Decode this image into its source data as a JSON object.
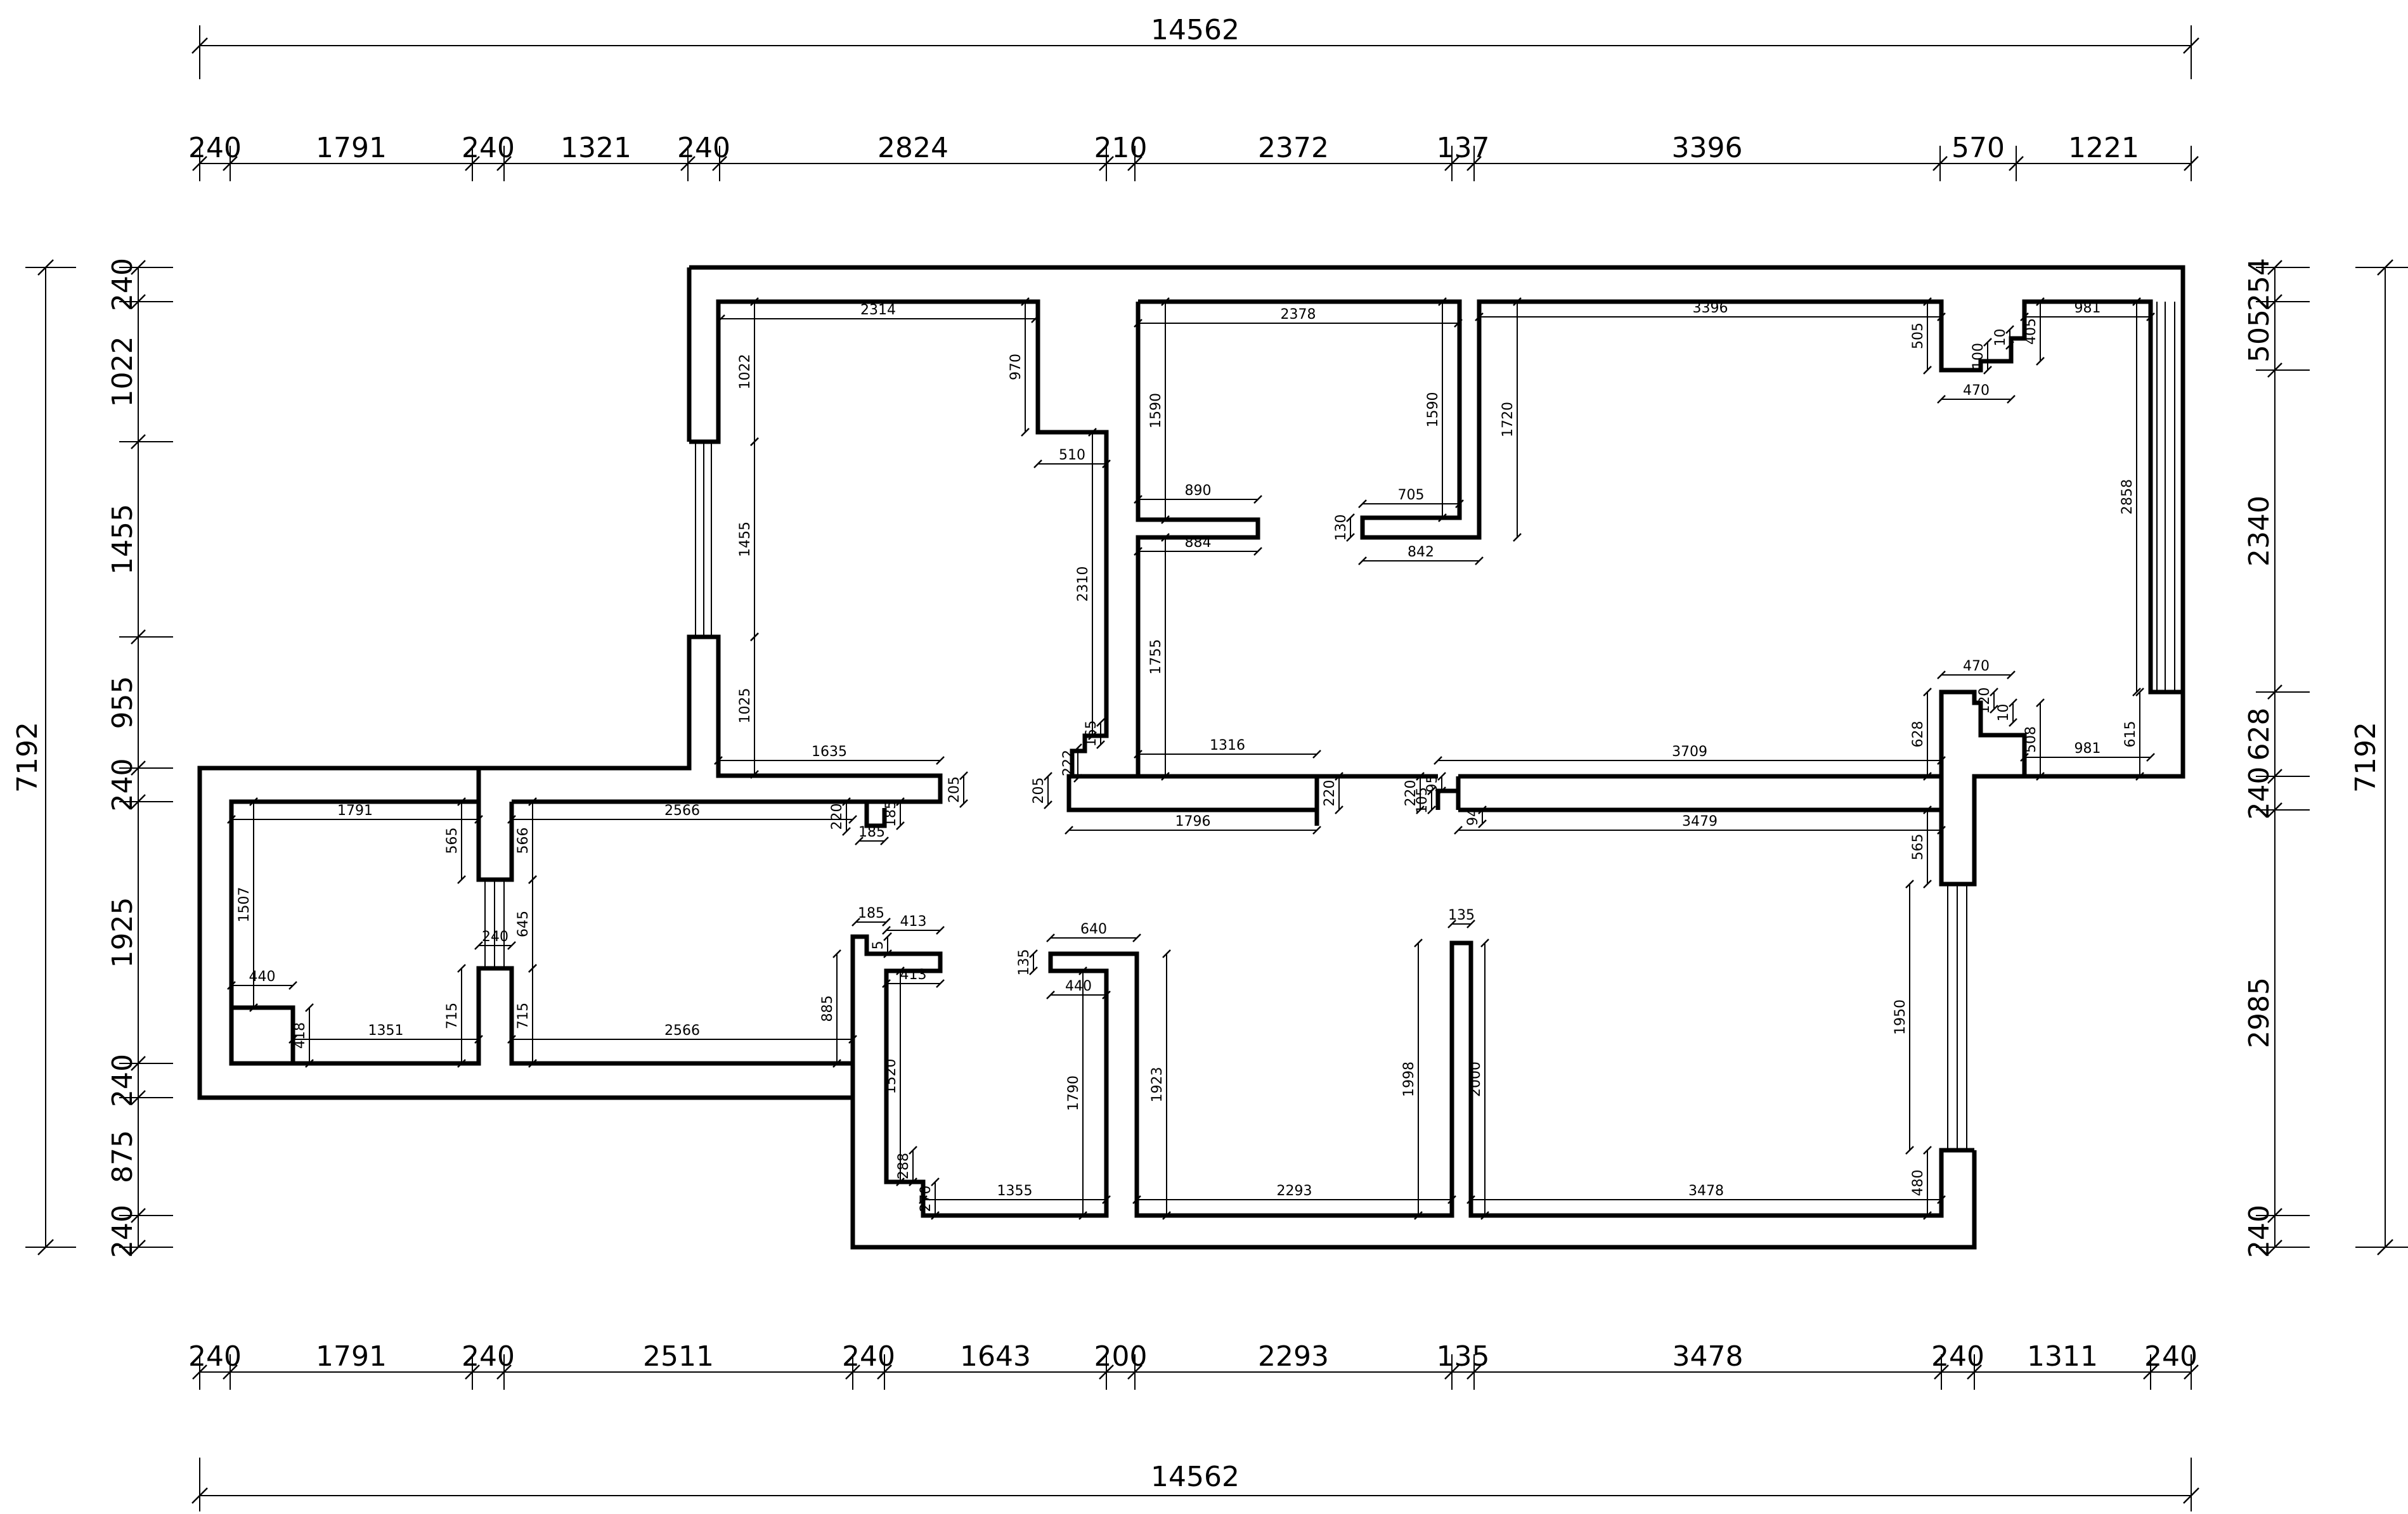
{
  "outer": {
    "top_total": "14562",
    "bottom_total": "14562",
    "left_total": "7192",
    "right_total": "7192"
  },
  "top_segments": [
    "240",
    "1791",
    "240",
    "1321",
    "240",
    "2824",
    "210",
    "2372",
    "137",
    "3396",
    "570",
    "1221"
  ],
  "bottom_segments": [
    "240",
    "1791",
    "240",
    "2511",
    "240",
    "1643",
    "200",
    "2293",
    "135",
    "3478",
    "240",
    "1311",
    "240"
  ],
  "left_segments": [
    "240",
    "1022",
    "1455",
    "955",
    "240",
    "1925",
    "240",
    "875",
    "240"
  ],
  "right_segments": [
    "254",
    "505",
    "2340",
    "628",
    "240",
    "2985",
    "240"
  ],
  "room_dims": {
    "d2314": "2314",
    "d970": "970",
    "d1022": "1022",
    "d510": "510",
    "d1455": "1455",
    "d2310": "2310",
    "d1025": "1025",
    "d165": "165",
    "d1635": "1635",
    "d222": "222",
    "d205a": "205",
    "d205b": "205",
    "d220a": "220",
    "d185a": "185",
    "d185b": "185",
    "d2378": "2378",
    "d1590a": "1590",
    "d1590b": "1590",
    "d890": "890",
    "d884": "884",
    "d705": "705",
    "d130": "130",
    "d842": "842",
    "d1755": "1755",
    "d1316": "1316",
    "d1796": "1796",
    "d220b": "220",
    "d3396": "3396",
    "d505": "505",
    "d100": "100",
    "d10a": "10",
    "d405": "405",
    "d981a": "981",
    "d470a": "470",
    "d1720": "1720",
    "d2858": "2858",
    "d470b": "470",
    "d120": "120",
    "d10b": "10",
    "d508": "508",
    "d981b": "981",
    "d615": "615",
    "d628": "628",
    "d3709": "3709",
    "d220c": "220",
    "d95": "95",
    "d105": "105",
    "d94": "94",
    "d3479": "3479",
    "d565a": "565",
    "d1791": "1791",
    "d565b": "565",
    "d566": "566",
    "d2566a": "2566",
    "d1507": "1507",
    "d240": "240",
    "d645": "645",
    "d440a": "440",
    "d418": "418",
    "d1351": "1351",
    "d715a": "715",
    "d715b": "715",
    "d2566b": "2566",
    "d885": "885",
    "d413a": "413",
    "d413b": "413",
    "d5": "5",
    "d640": "640",
    "d135a": "135",
    "d440b": "440",
    "d135b": "135",
    "d1520": "1520",
    "d1790": "1790",
    "d1923": "1923",
    "d1998": "1998",
    "d2000": "2000",
    "d1950": "1950",
    "d288": "288",
    "d270": "270",
    "d1355": "1355",
    "d2293": "2293",
    "d3478": "3478",
    "d480": "480"
  }
}
